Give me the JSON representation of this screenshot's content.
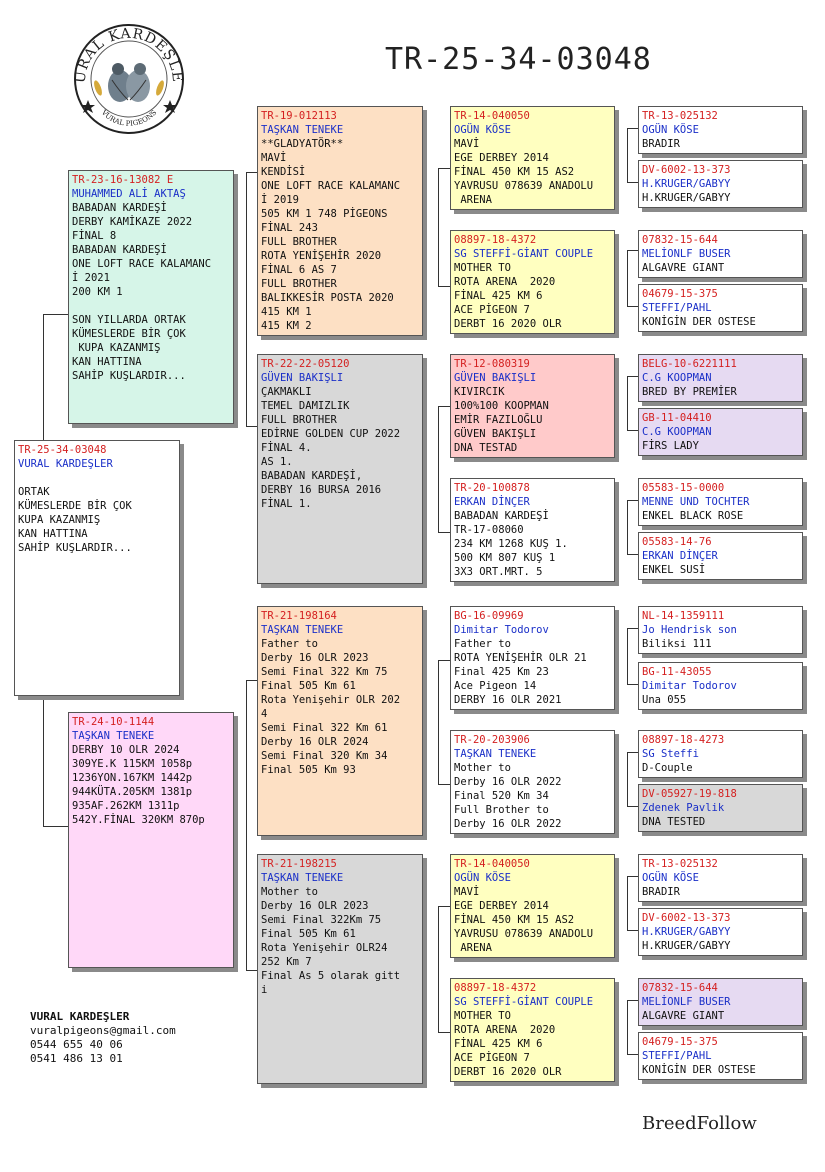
{
  "header": {
    "title": "TR-25-34-03048",
    "logo_top_text": "VURAL KARDEŞLER",
    "logo_bottom_text": "VURAL PIGEONS"
  },
  "contact": {
    "name": "VURAL KARDEŞLER",
    "email": "vuralpigeons@gmail.com",
    "phone1": "0544 655 40 06",
    "phone2": "0541 486 13 01"
  },
  "brand": "BreedFollow",
  "pedigree": {
    "subject": {
      "ring": "TR-25-34-03048",
      "owner": "VURAL KARDEŞLER",
      "lines": [
        "",
        "ORTAK",
        "KÜMESLERDE BİR ÇOK",
        "KUPA KAZANMIŞ",
        "KAN HATTINA",
        "SAHİP KUŞLARDIR..."
      ]
    },
    "sire": {
      "ring": "TR-23-16-13082 E",
      "owner": "MUHAMMED ALİ AKTAŞ",
      "lines": [
        "BABADAN KARDEŞİ",
        "DERBY KAMİKAZE 2022",
        "FİNAL 8",
        "BABADAN KARDEŞİ",
        "ONE LOFT RACE KALAMANC",
        "İ 2021",
        "200 KM 1",
        "",
        "SON YILLARDA ORTAK",
        "KÜMESLERDE BİR ÇOK",
        " KUPA KAZANMIŞ",
        "KAN HATTINA",
        "SAHİP KUŞLARDIR..."
      ]
    },
    "dam": {
      "ring": "TR-24-10-1144",
      "owner": "TAŞKAN TENEKE",
      "lines": [
        "DERBY 10 OLR 2024",
        "309YE.K 115KM 1058p",
        "1236YON.167KM 1442p",
        "944KÜTA.205KM 1381p",
        "935AF.262KM 1311p",
        "542Y.FİNAL 320KM 870p"
      ]
    },
    "ss": {
      "ring": "TR-19-012113",
      "owner": "TAŞKAN TENEKE",
      "lines": [
        "**GLADYATÖR**",
        "MAVİ",
        "KENDİSİ",
        "ONE LOFT RACE KALAMANC",
        "İ 2019",
        "505 KM 1 748 PİGEONS",
        "FİNAL 243",
        "FULL BROTHER",
        "ROTA YENİŞEHİR 2020",
        "FİNAL 6 AS 7",
        "FULL BROTHER",
        "BALIKKESİR POSTA 2020",
        "415 KM 1",
        "415 KM 2"
      ]
    },
    "sd": {
      "ring": "TR-22-22-05120",
      "owner": "GÜVEN BAKIŞLI",
      "lines": [
        "ÇAKMAKLI",
        "TEMEL DAMIZLIK",
        "FULL BROTHER",
        "EDİRNE GOLDEN CUP 2022",
        "FİNAL 4.",
        "AS 1.",
        "BABADAN KARDEŞİ,",
        "DERBY 16 BURSA 2016",
        "FİNAL 1."
      ]
    },
    "ds": {
      "ring": "TR-21-198164",
      "owner": "TAŞKAN TENEKE",
      "lines": [
        "Father to",
        "Derby 16 OLR 2023",
        "Semi Final 322 Km 75",
        "Final 505 Km 61",
        "Rota Yenişehir OLR 202",
        "4",
        "Semi Final 322 Km 61",
        "Derby 16 OLR 2024",
        "Semi Final 320 Km 34",
        "Final 505 Km 93"
      ]
    },
    "dd": {
      "ring": "TR-21-198215",
      "owner": "TAŞKAN TENEKE",
      "lines": [
        "Mother to",
        "Derby 16 OLR 2023",
        "Semi Final 322Km 75",
        "Final 505 Km 61",
        "Rota Yenişehir OLR24",
        "252 Km 7",
        "Final As 5 olarak gitt",
        "i"
      ]
    },
    "sss": {
      "ring": "TR-14-040050",
      "owner": "OGÜN KÖSE",
      "lines": [
        "MAVİ",
        "EGE DERBEY 2014",
        "FİNAL 450 KM 15 AS2",
        "YAVRUSU 078639 ANADOLU",
        " ARENA"
      ]
    },
    "ssd": {
      "ring": "08897-18-4372",
      "owner": "SG STEFFİ-GİANT COUPLE",
      "lines": [
        "MOTHER TO",
        "ROTA ARENA  2020",
        "FİNAL 425 KM 6",
        "ACE PİGEON 7",
        "DERBT 16 2020 OLR"
      ]
    },
    "sds": {
      "ring": "TR-12-080319",
      "owner": "GÜVEN BAKIŞLI",
      "lines": [
        "KIVIRCIK",
        "100%100 KOOPMAN",
        "EMİR FAZILOĞLU",
        "GÜVEN BAKIŞLI",
        "DNA TESTAD"
      ]
    },
    "sdd": {
      "ring": "TR-20-100878",
      "owner": "ERKAN DİNÇER",
      "lines": [
        "BABADAN KARDEŞİ",
        "TR-17-08060",
        "234 KM 1268 KUŞ 1.",
        "500 KM 807 KUŞ 1",
        "3X3 ORT.MRT. 5"
      ]
    },
    "dss": {
      "ring": "BG-16-09969",
      "owner": "Dimitar Todorov",
      "lines": [
        "Father to",
        "ROTA YENİŞEHİR OLR 21",
        "Final 425 Km 23",
        "Ace Pigeon 14",
        "DERBY 16 OLR 2021"
      ]
    },
    "dsd": {
      "ring": "TR-20-203906",
      "owner": "TAŞKAN TENEKE",
      "lines": [
        "Mother to",
        "Derby 16 OLR 2022",
        "Final 520 Km 34",
        "Full Brother to",
        "Derby 16 OLR 2022"
      ]
    },
    "dds": {
      "ring": "TR-14-040050",
      "owner": "OGÜN KÖSE",
      "lines": [
        "MAVİ",
        "EGE DERBEY 2014",
        "FİNAL 450 KM 15 AS2",
        "YAVRUSU 078639 ANADOLU",
        " ARENA"
      ]
    },
    "ddd": {
      "ring": "08897-18-4372",
      "owner": "SG STEFFİ-GİANT COUPLE",
      "lines": [
        "MOTHER TO",
        "ROTA ARENA  2020",
        "FİNAL 425 KM 6",
        "ACE PİGEON 7",
        "DERBT 16 2020 OLR"
      ]
    },
    "g1": {
      "ring": "TR-13-025132",
      "owner": "OGÜN KÖSE",
      "lines": [
        "BRADIR"
      ]
    },
    "g2": {
      "ring": "DV-6002-13-373",
      "owner": "H.KRUGER/GABYY",
      "lines": [
        "H.KRUGER/GABYY"
      ]
    },
    "g3": {
      "ring": "07832-15-644",
      "owner": "MELİONLF BUSER",
      "lines": [
        "ALGAVRE GIANT"
      ]
    },
    "g4": {
      "ring": "04679-15-375",
      "owner": "STEFFI/PAHL",
      "lines": [
        "KONİGİN DER OSTESE"
      ]
    },
    "g5": {
      "ring": "BELG-10-6221111",
      "owner": "C.G KOOPMAN",
      "lines": [
        "BRED BY PREMİER"
      ]
    },
    "g6": {
      "ring": "GB-11-04410",
      "owner": "C.G KOOPMAN",
      "lines": [
        "FİRS LADY"
      ]
    },
    "g7": {
      "ring": "05583-15-0000",
      "owner": "MENNE UND TOCHTER",
      "lines": [
        "ENKEL BLACK ROSE"
      ]
    },
    "g8": {
      "ring": "05583-14-76",
      "owner": "ERKAN DİNÇER",
      "lines": [
        "ENKEL SUSİ"
      ]
    },
    "g9": {
      "ring": "NL-14-1359111",
      "owner": "Jo Hendrisk son",
      "lines": [
        "Biliksi 111"
      ]
    },
    "g10": {
      "ring": "BG-11-43055",
      "owner": "Dimitar Todorov",
      "lines": [
        "Una 055"
      ]
    },
    "g11": {
      "ring": "08897-18-4273",
      "owner": "SG Steffi",
      "lines": [
        "D-Couple"
      ]
    },
    "g12": {
      "ring": "DV-05927-19-818",
      "owner": "Zdenek Pavlik",
      "lines": [
        "DNA TESTED"
      ]
    },
    "g13": {
      "ring": "TR-13-025132",
      "owner": "OGÜN KÖSE",
      "lines": [
        "BRADIR"
      ]
    },
    "g14": {
      "ring": "DV-6002-13-373",
      "owner": "H.KRUGER/GABYY",
      "lines": [
        "H.KRUGER/GABYY"
      ]
    },
    "g15": {
      "ring": "07832-15-644",
      "owner": "MELİONLF BUSER",
      "lines": [
        "ALGAVRE GIANT"
      ]
    },
    "g16": {
      "ring": "04679-15-375",
      "owner": "STEFFI/PAHL",
      "lines": [
        "KONİGİN DER OSTESE"
      ]
    }
  }
}
